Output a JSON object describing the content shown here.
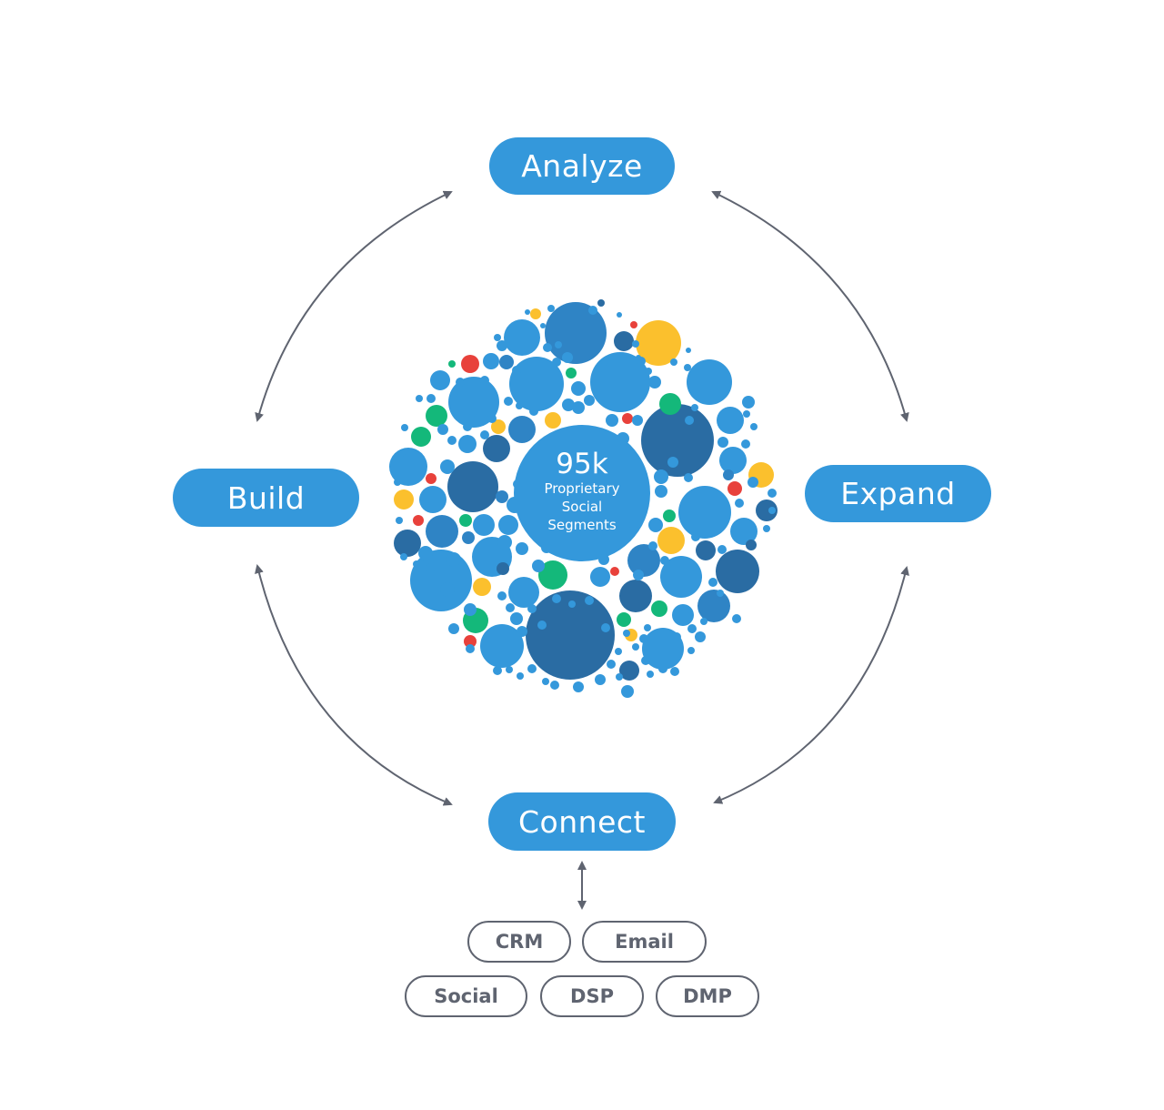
{
  "stages": {
    "analyze": "Analyze",
    "expand": "Expand",
    "connect": "Connect",
    "build": "Build"
  },
  "center": {
    "value": "95k",
    "line1": "Proprietary",
    "line2": "Social",
    "line3": "Segments"
  },
  "channels": [
    "CRM",
    "Email",
    "Social",
    "DSP",
    "DMP"
  ],
  "colors": {
    "primary": "#3498db",
    "dark_blue": "#2a6ca3",
    "mid_blue": "#2f84c5",
    "yellow": "#fbc02d",
    "green": "#14b87a",
    "red": "#e8413b",
    "arrow": "#5f6470"
  }
}
